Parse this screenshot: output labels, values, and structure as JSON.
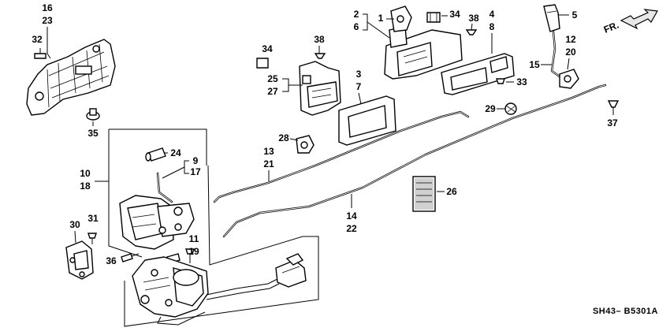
{
  "callouts": {
    "c16": "16",
    "c23": "23",
    "c32": "32",
    "c35": "35",
    "c2": "2",
    "c6": "6",
    "c1": "1",
    "c34a": "34",
    "c38a": "38",
    "c4": "4",
    "c8": "8",
    "c5": "5",
    "c34b": "34",
    "c38b": "38",
    "c25": "25",
    "c27": "27",
    "c3": "3",
    "c7": "7",
    "c33": "33",
    "c12": "12",
    "c20": "20",
    "c15": "15",
    "c29": "29",
    "c37": "37",
    "c28": "28",
    "c13": "13",
    "c21": "21",
    "c24": "24",
    "c9": "9",
    "c17": "17",
    "c10": "10",
    "c18": "18",
    "c26": "26",
    "c14": "14",
    "c22": "22",
    "c30": "30",
    "c31": "31",
    "c11": "11",
    "c19": "19",
    "c36": "36"
  },
  "direction_label": "FR.",
  "diagram_code": "SH43– B5301A"
}
